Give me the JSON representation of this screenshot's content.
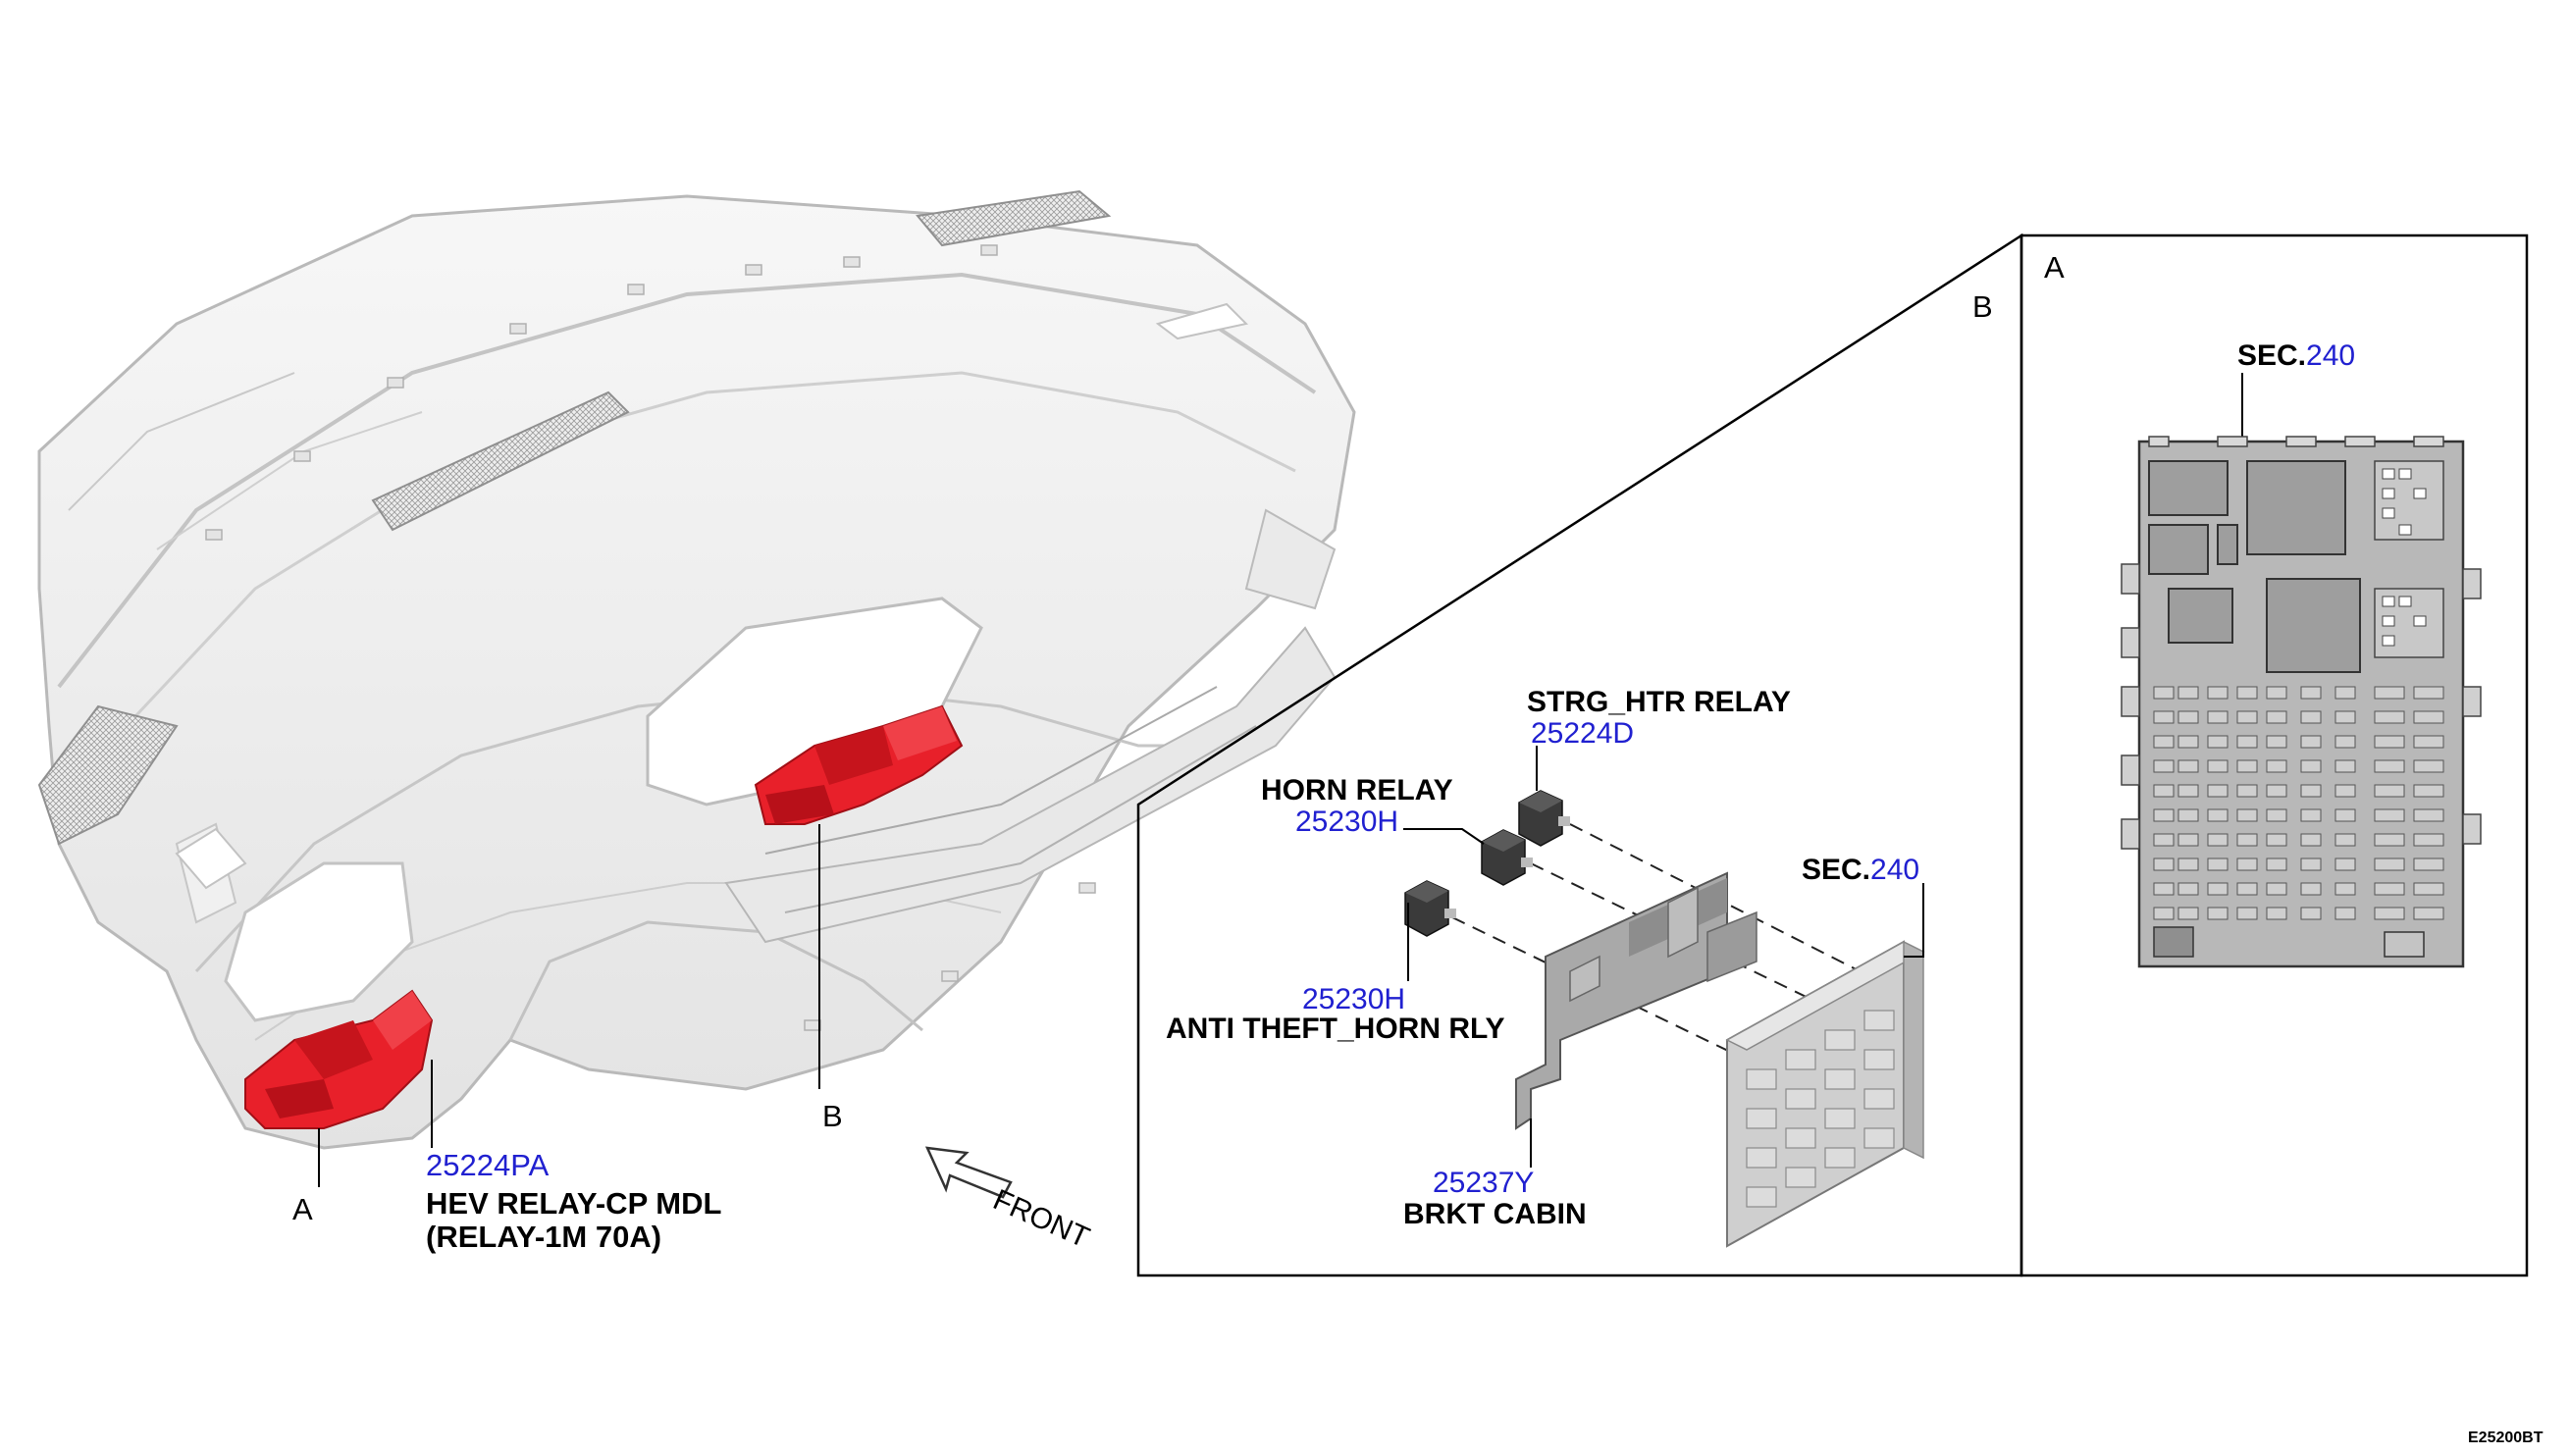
{
  "diagram": {
    "code": "E25200BT",
    "front_label": "FRONT",
    "colors": {
      "callout_number": "#2020d0",
      "relay_highlight": "#e8202a",
      "text": "#000000"
    },
    "overview": {
      "marker_a": "A",
      "marker_b": "B",
      "hev_relay": {
        "part_no": "25224PA",
        "name_line1": "HEV RELAY-CP MDL",
        "name_line2": "(RELAY-1M 70A)"
      }
    },
    "detail_b": {
      "panel_label": "B",
      "strg_htr_relay": {
        "name": "STRG_HTR RELAY",
        "part_no": "25224D"
      },
      "horn_relay": {
        "name": "HORN RELAY",
        "part_no": "25230H"
      },
      "anti_theft_relay": {
        "part_no": "25230H",
        "name": "ANTI THEFT_HORN RLY"
      },
      "bracket": {
        "part_no": "25237Y",
        "name": "BRKT CABIN"
      },
      "sec_ref": {
        "prefix": "SEC.",
        "number": "240"
      }
    },
    "detail_a": {
      "panel_label": "A",
      "sec_ref": {
        "prefix": "SEC.",
        "number": "240"
      }
    }
  }
}
